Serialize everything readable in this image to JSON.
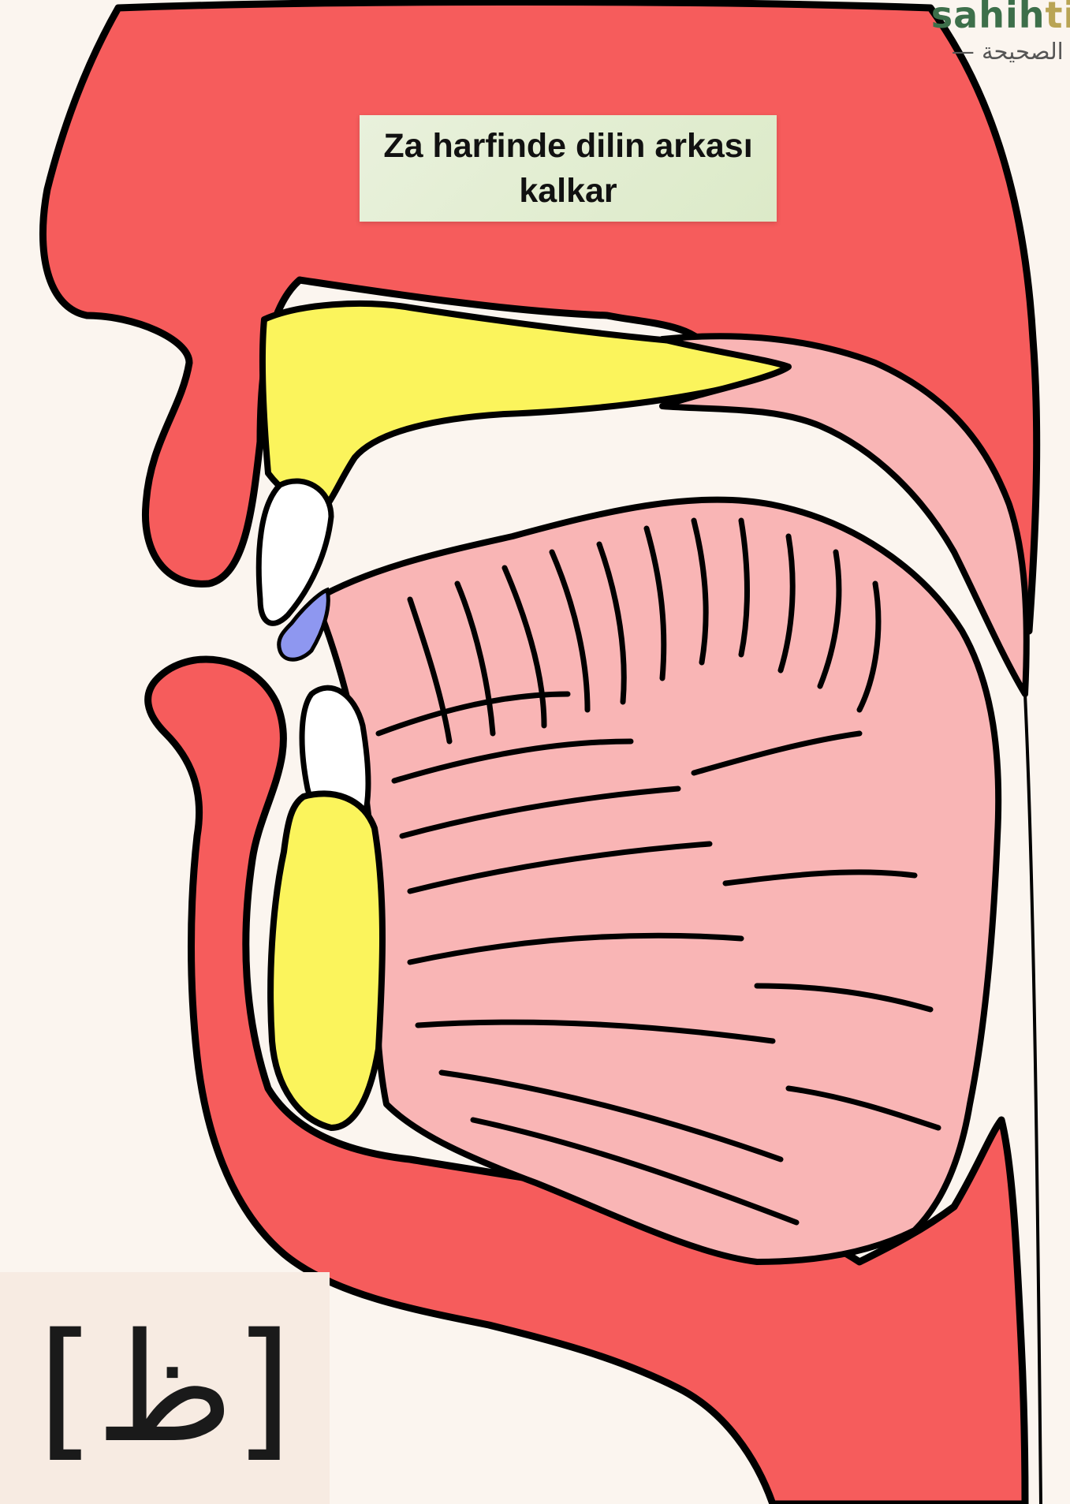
{
  "brand": {
    "name_part1": "sahih",
    "name_part2": "til",
    "tagline": "ـة الصحيحة —"
  },
  "caption": "Za harfinde dilin arkası kalkar",
  "letter": "[ظ]",
  "colors": {
    "flesh": "#f65c5c",
    "tongue": "#f9b5b5",
    "bone": "#fbf45c",
    "tooth": "#ffffff",
    "highlight": "#8e97f0",
    "outline": "#000000"
  }
}
